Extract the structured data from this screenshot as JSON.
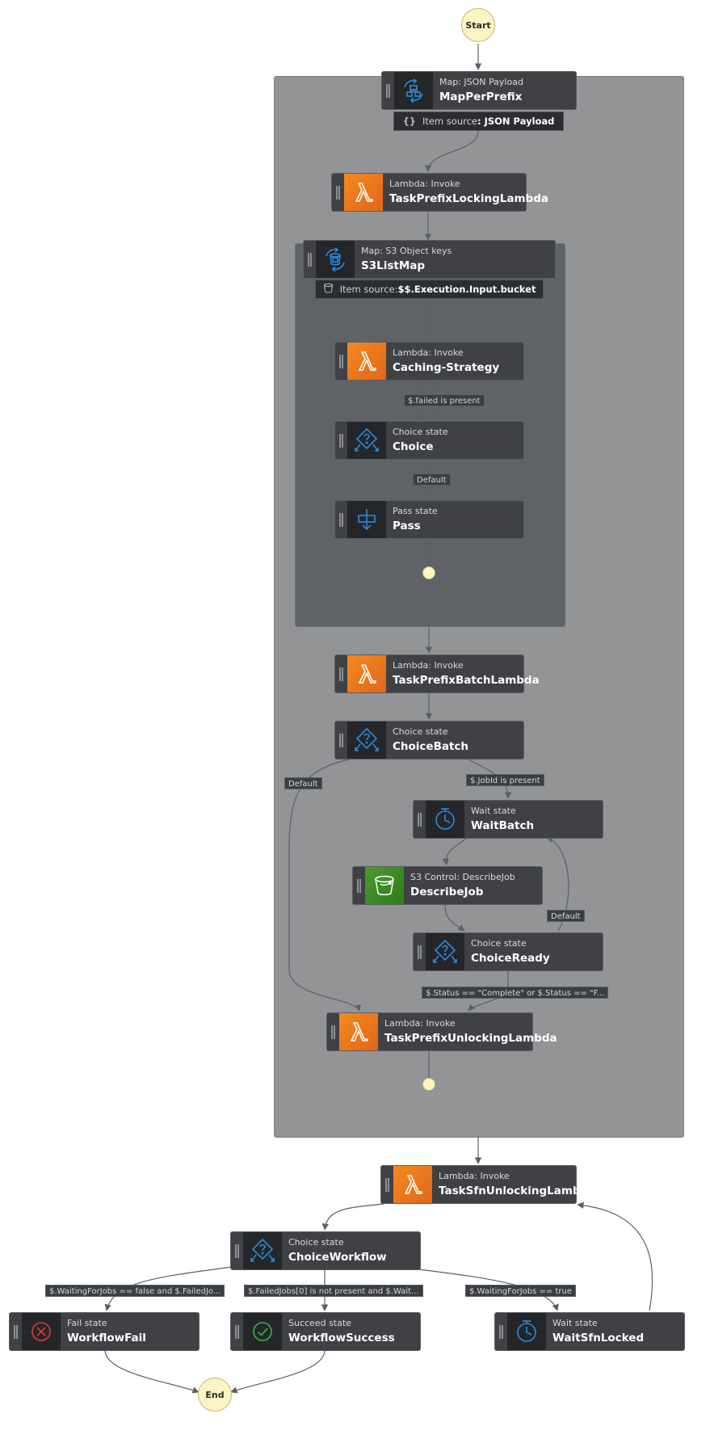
{
  "start_label": "Start",
  "end_label": "End",
  "states": {
    "map_per_prefix": {
      "type": "Map: JSON Payload",
      "name": "MapPerPrefix"
    },
    "task_prefix_locking": {
      "type": "Lambda: Invoke",
      "name": "TaskPrefixLockingLambda"
    },
    "s3_list_map": {
      "type": "Map: S3 Object keys",
      "name": "S3ListMap"
    },
    "caching_strategy": {
      "type": "Lambda: Invoke",
      "name": "Caching-Strategy"
    },
    "choice": {
      "type": "Choice state",
      "name": "Choice"
    },
    "pass": {
      "type": "Pass state",
      "name": "Pass"
    },
    "task_prefix_batch": {
      "type": "Lambda: Invoke",
      "name": "TaskPrefixBatchLambda"
    },
    "choice_batch": {
      "type": "Choice state",
      "name": "ChoiceBatch"
    },
    "wait_batch": {
      "type": "Wait state",
      "name": "WaitBatch"
    },
    "describe_job": {
      "type": "S3 Control: DescribeJob",
      "name": "DescribeJob"
    },
    "choice_ready": {
      "type": "Choice state",
      "name": "ChoiceReady"
    },
    "task_prefix_unlocking": {
      "type": "Lambda: Invoke",
      "name": "TaskPrefixUnlockingLambda"
    },
    "task_sfn_unlocking": {
      "type": "Lambda: Invoke",
      "name": "TaskSfnUnlockingLambda"
    },
    "choice_workflow": {
      "type": "Choice state",
      "name": "ChoiceWorkflow"
    },
    "workflow_fail": {
      "type": "Fail state",
      "name": "WorkflowFail"
    },
    "workflow_success": {
      "type": "Succeed state",
      "name": "WorkflowSuccess"
    },
    "wait_sfn_locked": {
      "type": "Wait state",
      "name": "WaitSfnLocked"
    }
  },
  "item_sources": {
    "map_per_prefix": {
      "prefix": "Item source",
      "value": ": JSON Payload"
    },
    "s3_list_map": {
      "prefix": "Item source: ",
      "value": "$$.Execution.Input.bucket"
    }
  },
  "edge_labels": {
    "failed_present": "$.failed is present",
    "choice_default": "Default",
    "batch_default": "Default",
    "jobid_present": "$.JobId is present",
    "ready_default": "Default",
    "status_complete": "$.Status == \"Complete\" or $.Status == \"F...",
    "waiting_false": "$.WaitingForJobs == false and $.FailedJo...",
    "failed_not_present": "$.FailedJobs[0] is not present and $.Wait...",
    "waiting_true": "$.WaitingForJobs == true"
  },
  "colors": {
    "outer_map": "#929496",
    "inner_map": "#5f6266",
    "node_bg": "#3f4145",
    "lambda": "#ed7a1c",
    "s3": "#3f8624",
    "state_icon": "#2d8ad8",
    "terminal": "#fbf4c5"
  }
}
